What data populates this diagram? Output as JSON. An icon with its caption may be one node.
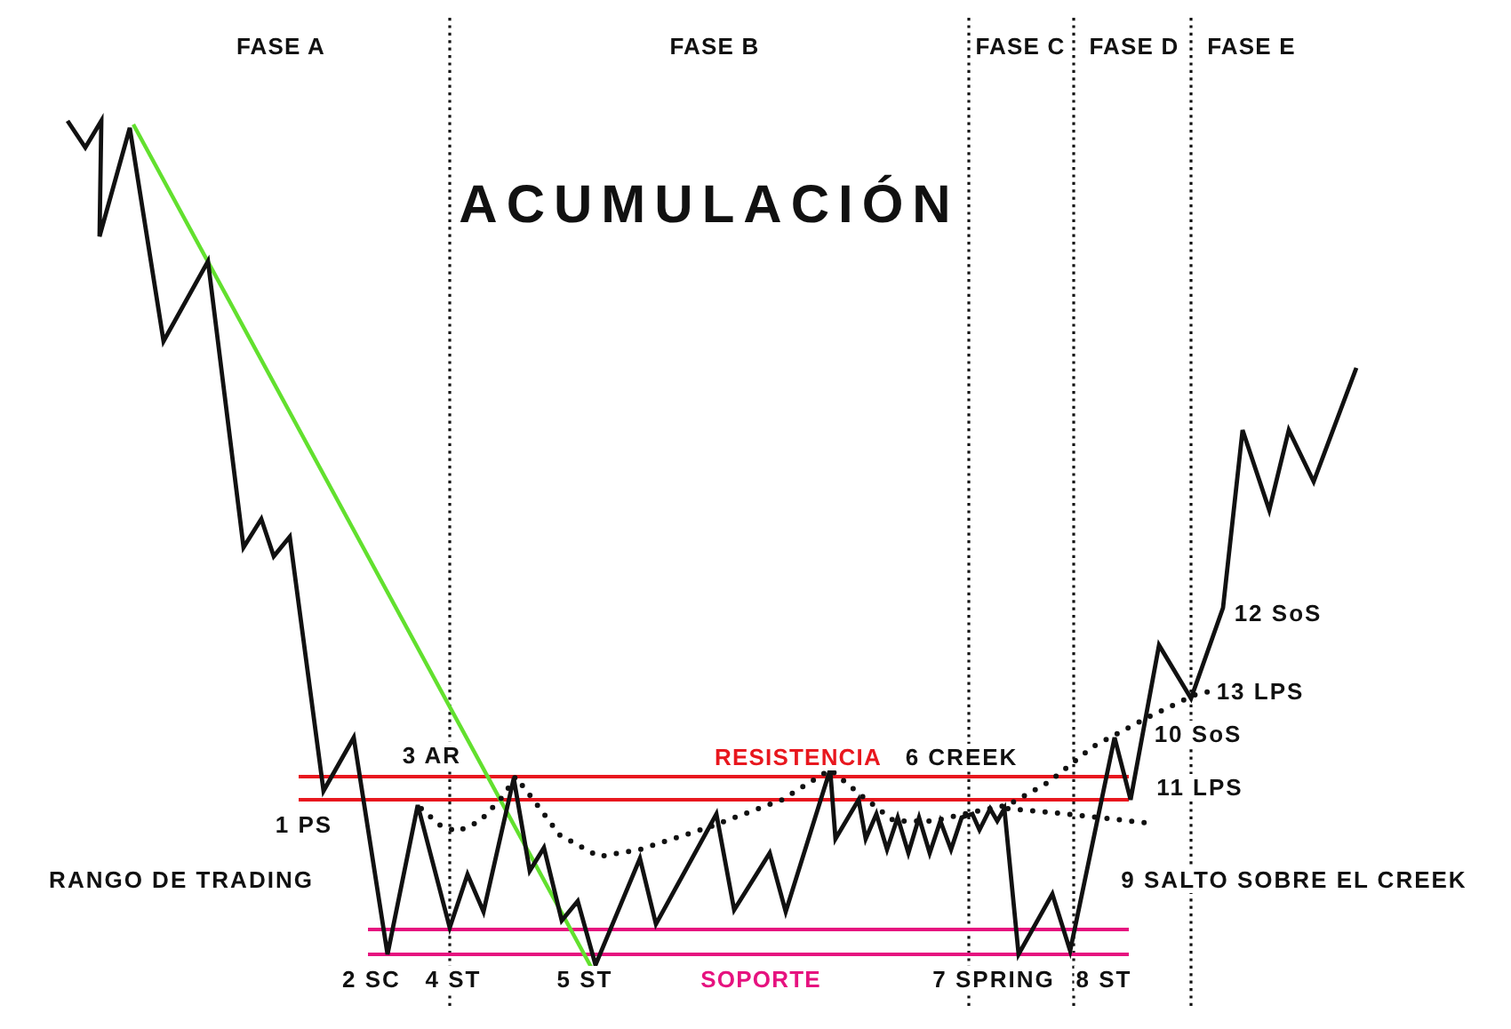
{
  "diagram": {
    "title": "ACUMULACIÓN",
    "labels": [
      "FASE A",
      "FASE B",
      "FASE C",
      "FASE D",
      "FASE E",
      "12 SoS",
      "13 LPS",
      "10 SoS",
      "3 AR",
      "RESISTENCIA",
      "6 CREEK",
      "11 LPS",
      "1 PS",
      "RANGO DE TRADING",
      "9 SALTO SOBRE EL CREEK",
      "2 SC",
      "4 ST",
      "5 ST",
      "SOPORTE",
      "7 SPRING",
      "8 ST"
    ]
  }
}
